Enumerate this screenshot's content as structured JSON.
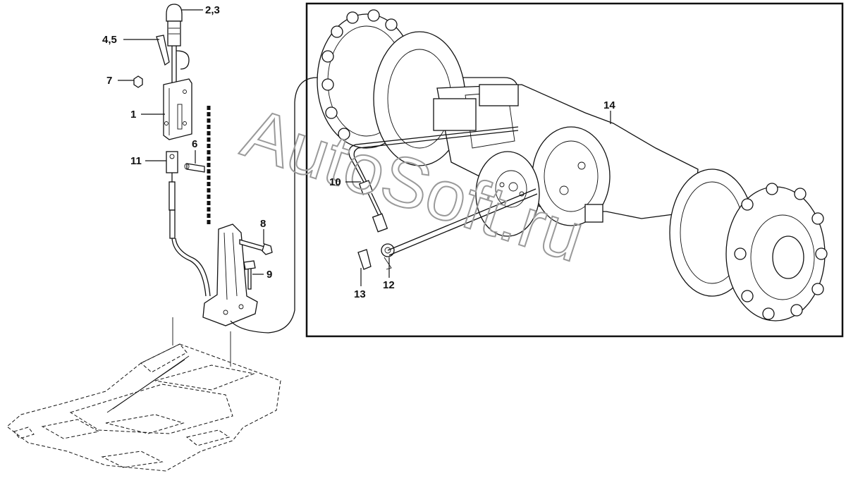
{
  "callouts": {
    "c_23": "2,3",
    "c_45": "4,5",
    "c_7": "7",
    "c_1": "1",
    "c_6": "6",
    "c_11": "11",
    "c_8": "8",
    "c_9": "9",
    "c_10": "10",
    "c_13": "13",
    "c_12": "12",
    "c_14": "14"
  },
  "watermark": "AutoSoft.ru",
  "colors": {
    "line": "#111111",
    "watermark": "#9a9a9a",
    "background": "#ffffff"
  }
}
